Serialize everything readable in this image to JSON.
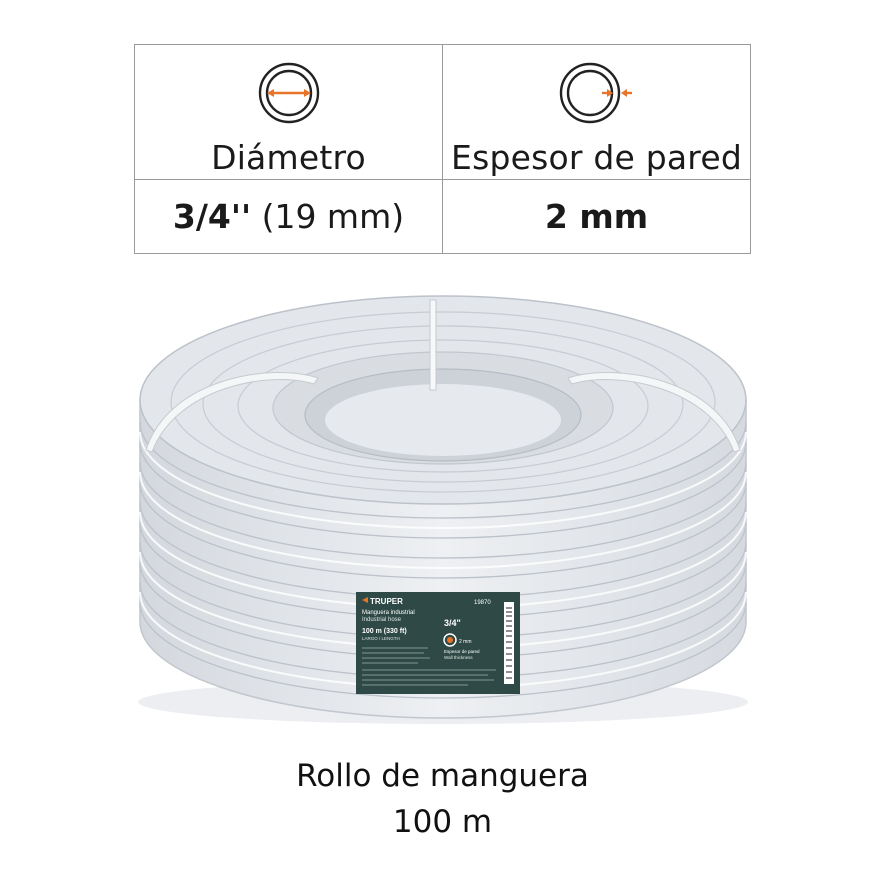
{
  "specs": {
    "diameter": {
      "label": "Diámetro",
      "value_main": "3/4''",
      "value_sub": " (19 mm)",
      "icon": "diameter-icon"
    },
    "wall": {
      "label": "Espesor de pared",
      "value": "2 mm",
      "icon": "wall-thickness-icon"
    }
  },
  "label_card": {
    "brand": "TRUPER",
    "code": "19870",
    "name_es": "Manguera industrial",
    "name_en": "Industrial hose",
    "length": "100 m (330 ft)",
    "length_label": "LARGO / LENGTH",
    "diameter": "3/4\"",
    "wall": "2 mm",
    "wall_label_es": "Espesor de pared",
    "wall_label_en": "Wall thickness"
  },
  "caption": {
    "line1": "Rollo de manguera",
    "line2": "100 m"
  },
  "colors": {
    "accent": "#e8742a",
    "border": "#9a9a9a",
    "label_card": "#2f4a46"
  }
}
